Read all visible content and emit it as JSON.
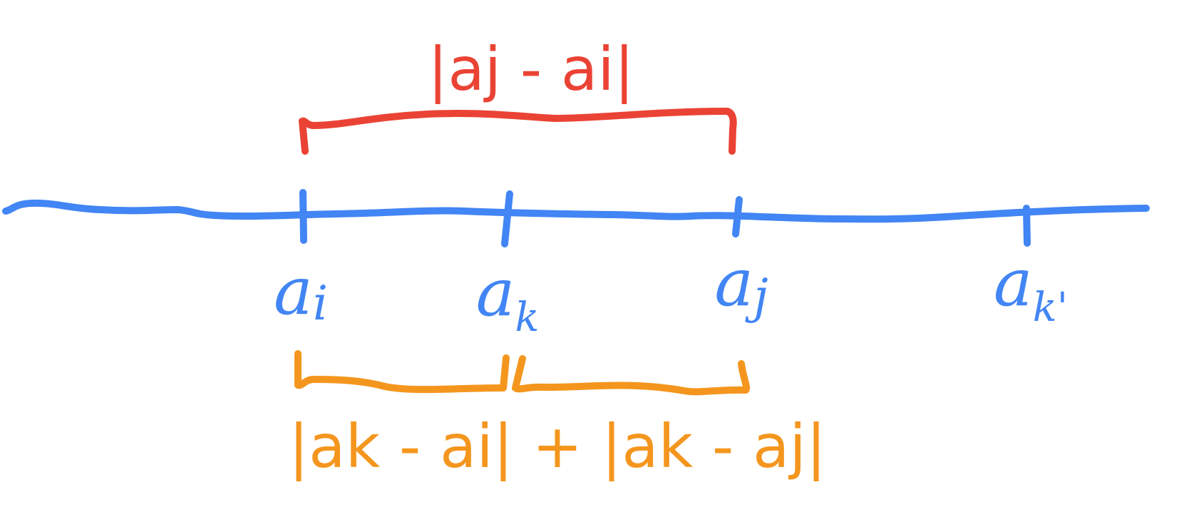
{
  "colors": {
    "axis": "#4285F4",
    "top_brace": "#EA4335",
    "bottom_brace": "#F4961E"
  },
  "number_line": {
    "points": [
      {
        "base": "a",
        "subscript": "i"
      },
      {
        "base": "a",
        "subscript": "k"
      },
      {
        "base": "a",
        "subscript": "j"
      },
      {
        "base": "a",
        "subscript": "k'"
      }
    ]
  },
  "top_brace": {
    "label": "|aj - ai|"
  },
  "bottom_braces": {
    "label": "|ak - ai| + |ak - aj|"
  }
}
